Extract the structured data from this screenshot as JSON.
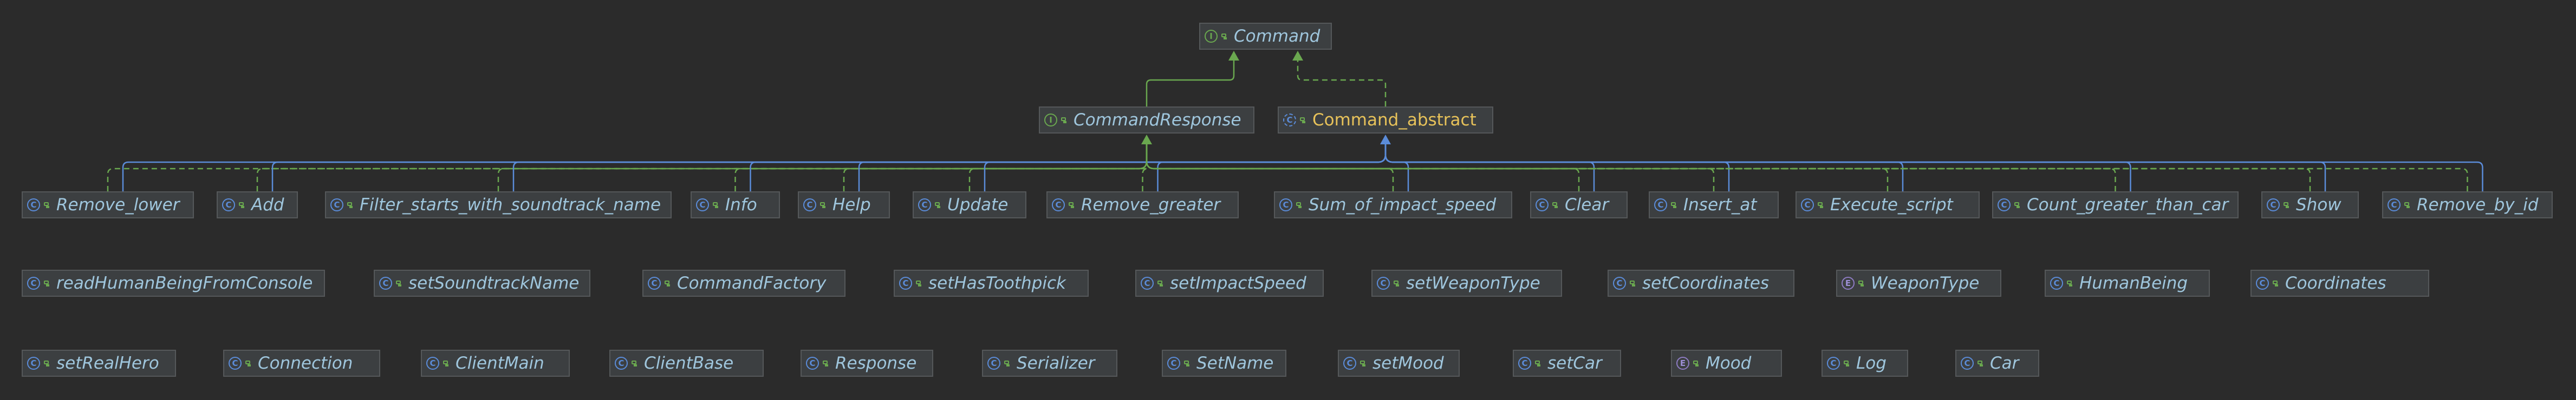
{
  "colors": {
    "background": "#2b2b2b",
    "node_fill": "#3c3f41",
    "node_border": "#55585a",
    "implements_edge": "#6aa84f",
    "extends_edge": "#5b8cd9",
    "class_name": "#9fc6dd",
    "abstract_class_name": "#e7c25a"
  },
  "nodes": [
    {
      "id": "Command",
      "label": "Command",
      "kind": "interface",
      "icon": "interface-icon"
    },
    {
      "id": "CommandResponse",
      "label": "CommandResponse",
      "kind": "interface",
      "icon": "interface-icon"
    },
    {
      "id": "Command_abstract",
      "label": "Command_abstract",
      "kind": "abstract",
      "icon": "abstract-class-icon"
    },
    {
      "id": "Remove_lower",
      "label": "Remove_lower",
      "kind": "class",
      "icon": "class-icon"
    },
    {
      "id": "Add",
      "label": "Add",
      "kind": "class",
      "icon": "class-icon"
    },
    {
      "id": "Filter_starts_with_soundtrack_name",
      "label": "Filter_starts_with_soundtrack_name",
      "kind": "class",
      "icon": "class-icon"
    },
    {
      "id": "Info",
      "label": "Info",
      "kind": "class",
      "icon": "class-icon"
    },
    {
      "id": "Help",
      "label": "Help",
      "kind": "class",
      "icon": "class-icon"
    },
    {
      "id": "Update",
      "label": "Update",
      "kind": "class",
      "icon": "class-icon"
    },
    {
      "id": "Remove_greater",
      "label": "Remove_greater",
      "kind": "class",
      "icon": "class-icon"
    },
    {
      "id": "Sum_of_impact_speed",
      "label": "Sum_of_impact_speed",
      "kind": "class",
      "icon": "class-icon"
    },
    {
      "id": "Clear",
      "label": "Clear",
      "kind": "class",
      "icon": "class-icon"
    },
    {
      "id": "Insert_at",
      "label": "Insert_at",
      "kind": "class",
      "icon": "class-icon"
    },
    {
      "id": "Execute_script",
      "label": "Execute_script",
      "kind": "class",
      "icon": "class-icon"
    },
    {
      "id": "Count_greater_than_car",
      "label": "Count_greater_than_car",
      "kind": "class",
      "icon": "class-icon"
    },
    {
      "id": "Show",
      "label": "Show",
      "kind": "class",
      "icon": "class-icon"
    },
    {
      "id": "Remove_by_id",
      "label": "Remove_by_id",
      "kind": "class",
      "icon": "class-icon"
    },
    {
      "id": "readHumanBeingFromConsole",
      "label": "readHumanBeingFromConsole",
      "kind": "class",
      "icon": "class-icon"
    },
    {
      "id": "setSoundtrackName",
      "label": "setSoundtrackName",
      "kind": "class",
      "icon": "class-icon"
    },
    {
      "id": "CommandFactory",
      "label": "CommandFactory",
      "kind": "class",
      "icon": "class-icon"
    },
    {
      "id": "setHasToothpick",
      "label": "setHasToothpick",
      "kind": "class",
      "icon": "class-icon"
    },
    {
      "id": "setImpactSpeed",
      "label": "setImpactSpeed",
      "kind": "class",
      "icon": "class-icon"
    },
    {
      "id": "setWeaponType",
      "label": "setWeaponType",
      "kind": "class",
      "icon": "class-icon"
    },
    {
      "id": "setCoordinates",
      "label": "setCoordinates",
      "kind": "class",
      "icon": "class-icon"
    },
    {
      "id": "WeaponType",
      "label": "WeaponType",
      "kind": "enum",
      "icon": "enum-icon"
    },
    {
      "id": "HumanBeing",
      "label": "HumanBeing",
      "kind": "class",
      "icon": "class-icon"
    },
    {
      "id": "Coordinates",
      "label": "Coordinates",
      "kind": "class",
      "icon": "class-icon"
    },
    {
      "id": "setRealHero",
      "label": "setRealHero",
      "kind": "class",
      "icon": "class-icon"
    },
    {
      "id": "Connection",
      "label": "Connection",
      "kind": "class",
      "icon": "class-icon"
    },
    {
      "id": "ClientMain",
      "label": "ClientMain",
      "kind": "class",
      "icon": "class-icon"
    },
    {
      "id": "ClientBase",
      "label": "ClientBase",
      "kind": "class",
      "icon": "class-icon"
    },
    {
      "id": "Response",
      "label": "Response",
      "kind": "class",
      "icon": "class-icon"
    },
    {
      "id": "Serializer",
      "label": "Serializer",
      "kind": "class",
      "icon": "class-icon"
    },
    {
      "id": "SetName",
      "label": "SetName",
      "kind": "class",
      "icon": "class-icon"
    },
    {
      "id": "setMood",
      "label": "setMood",
      "kind": "class",
      "icon": "class-icon"
    },
    {
      "id": "setCar",
      "label": "setCar",
      "kind": "class",
      "icon": "class-icon"
    },
    {
      "id": "Mood",
      "label": "Mood",
      "kind": "enum",
      "icon": "enum-icon"
    },
    {
      "id": "Log",
      "label": "Log",
      "kind": "class",
      "icon": "class-icon"
    },
    {
      "id": "Car",
      "label": "Car",
      "kind": "class",
      "icon": "class-icon"
    }
  ],
  "edges": [
    {
      "from": "CommandResponse",
      "to": "Command",
      "type": "extends"
    },
    {
      "from": "Command_abstract",
      "to": "Command",
      "type": "implements"
    },
    {
      "from": "Remove_lower",
      "to": "CommandResponse",
      "type": "implements"
    },
    {
      "from": "Remove_lower",
      "to": "Command_abstract",
      "type": "extends"
    },
    {
      "from": "Add",
      "to": "CommandResponse",
      "type": "implements"
    },
    {
      "from": "Add",
      "to": "Command_abstract",
      "type": "extends"
    },
    {
      "from": "Filter_starts_with_soundtrack_name",
      "to": "CommandResponse",
      "type": "implements"
    },
    {
      "from": "Filter_starts_with_soundtrack_name",
      "to": "Command_abstract",
      "type": "extends"
    },
    {
      "from": "Info",
      "to": "CommandResponse",
      "type": "implements"
    },
    {
      "from": "Info",
      "to": "Command_abstract",
      "type": "extends"
    },
    {
      "from": "Help",
      "to": "CommandResponse",
      "type": "implements"
    },
    {
      "from": "Help",
      "to": "Command_abstract",
      "type": "extends"
    },
    {
      "from": "Update",
      "to": "CommandResponse",
      "type": "implements"
    },
    {
      "from": "Update",
      "to": "Command_abstract",
      "type": "extends"
    },
    {
      "from": "Remove_greater",
      "to": "CommandResponse",
      "type": "implements"
    },
    {
      "from": "Remove_greater",
      "to": "Command_abstract",
      "type": "extends"
    },
    {
      "from": "Sum_of_impact_speed",
      "to": "CommandResponse",
      "type": "implements"
    },
    {
      "from": "Sum_of_impact_speed",
      "to": "Command_abstract",
      "type": "extends"
    },
    {
      "from": "Clear",
      "to": "CommandResponse",
      "type": "implements"
    },
    {
      "from": "Clear",
      "to": "Command_abstract",
      "type": "extends"
    },
    {
      "from": "Insert_at",
      "to": "CommandResponse",
      "type": "implements"
    },
    {
      "from": "Insert_at",
      "to": "Command_abstract",
      "type": "extends"
    },
    {
      "from": "Execute_script",
      "to": "CommandResponse",
      "type": "implements"
    },
    {
      "from": "Execute_script",
      "to": "Command_abstract",
      "type": "extends"
    },
    {
      "from": "Count_greater_than_car",
      "to": "CommandResponse",
      "type": "implements"
    },
    {
      "from": "Count_greater_than_car",
      "to": "Command_abstract",
      "type": "extends"
    },
    {
      "from": "Show",
      "to": "CommandResponse",
      "type": "implements"
    },
    {
      "from": "Show",
      "to": "Command_abstract",
      "type": "extends"
    },
    {
      "from": "Remove_by_id",
      "to": "CommandResponse",
      "type": "implements"
    },
    {
      "from": "Remove_by_id",
      "to": "Command_abstract",
      "type": "extends"
    }
  ]
}
